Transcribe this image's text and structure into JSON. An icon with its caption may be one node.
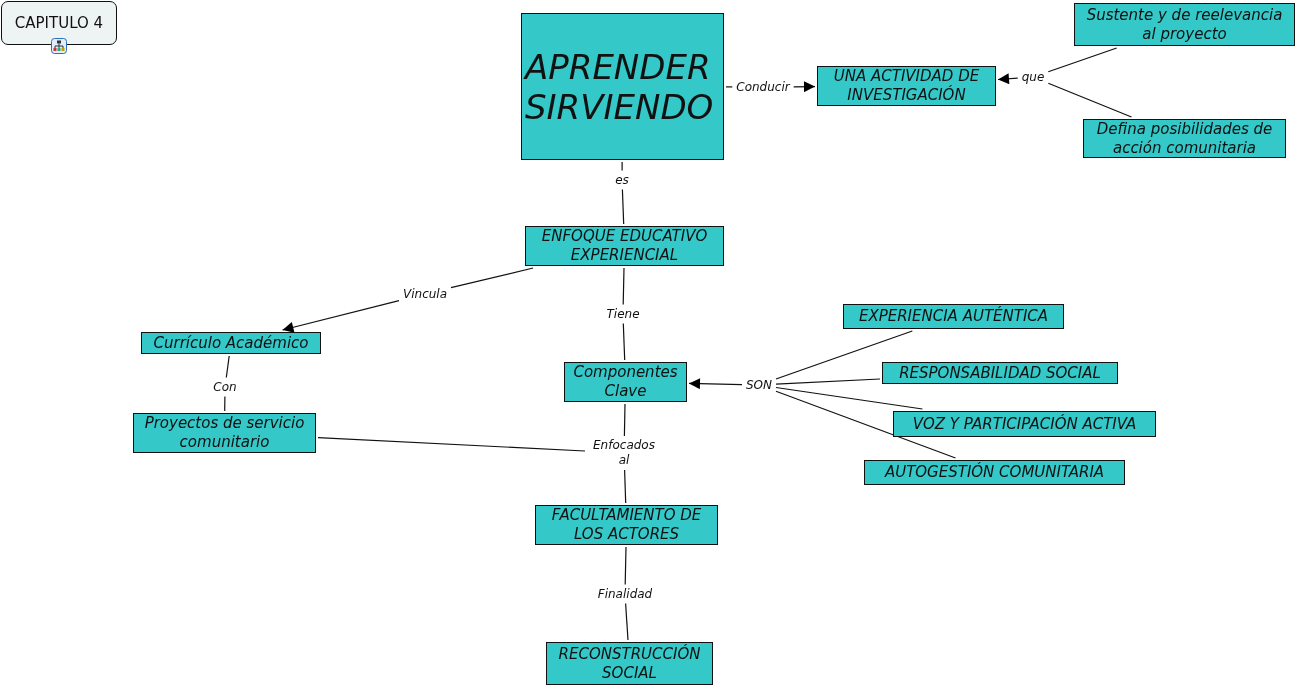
{
  "diagram": {
    "nodes": [
      {
        "text": [
          "CAPITULO 4"
        ]
      },
      {
        "text": [
          "APRENDER SIRVIENDO"
        ]
      },
      {
        "text": [
          "UNA ACTIVIDAD DE INVESTIGACIÓN"
        ]
      },
      {
        "text": [
          "Sustente y de reelevancia al proyecto"
        ]
      },
      {
        "text": [
          "Defina posibilidades de acción comunitaria"
        ]
      },
      {
        "text": [
          "ENFOQUE EDUCATIVO EXPERIENCIAL"
        ]
      },
      {
        "text": [
          "Currículo Académico"
        ]
      },
      {
        "text": [
          "Componentes Clave"
        ]
      },
      {
        "text": [
          "Proyectos de servicio comunitario"
        ]
      },
      {
        "text": [
          "EXPERIENCIA AUTÉNTICA"
        ]
      },
      {
        "text": [
          "RESPONSABILIDAD SOCIAL"
        ]
      },
      {
        "text": [
          "VOZ Y PARTICIPACIÓN ACTIVA"
        ]
      },
      {
        "text": [
          "AUTOGESTIÓN COMUNITARIA"
        ]
      },
      {
        "text": [
          "FACULTAMIENTO DE LOS ACTORES"
        ]
      },
      {
        "text": [
          "RECONSTRUCCIÓN SOCIAL"
        ]
      },
      {
        "text": [
          "Conducir"
        ]
      },
      {
        "text": [
          "que"
        ]
      },
      {
        "text": [
          "es"
        ]
      },
      {
        "text": [
          "Vincula"
        ]
      },
      {
        "text": [
          "Tiene"
        ]
      },
      {
        "text": [
          "Con"
        ]
      },
      {
        "text": [
          "SON"
        ]
      },
      {
        "text": [
          "Enfocados al"
        ]
      },
      {
        "text": [
          "Finalidad"
        ]
      }
    ],
    "edges": [
      {
        "from": 1,
        "to": 15,
        "arrow": "none"
      },
      {
        "from": 15,
        "to": 2,
        "arrow": "to"
      },
      {
        "from": 3,
        "to": 16,
        "arrow": "none"
      },
      {
        "from": 4,
        "to": 16,
        "arrow": "none"
      },
      {
        "from": 16,
        "to": 2,
        "arrow": "to"
      },
      {
        "from": 1,
        "to": 17,
        "arrow": "none"
      },
      {
        "from": 17,
        "to": 5,
        "arrow": "none"
      },
      {
        "from": 5,
        "to": 18,
        "arrow": "none"
      },
      {
        "from": 18,
        "to": 6,
        "arrow": "to"
      },
      {
        "from": 5,
        "to": 19,
        "arrow": "none"
      },
      {
        "from": 19,
        "to": 7,
        "arrow": "none"
      },
      {
        "from": 6,
        "to": 20,
        "arrow": "none"
      },
      {
        "from": 20,
        "to": 8,
        "arrow": "none"
      },
      {
        "from": 9,
        "to": 21,
        "arrow": "none"
      },
      {
        "from": 10,
        "to": 21,
        "arrow": "none"
      },
      {
        "from": 11,
        "to": 21,
        "arrow": "none"
      },
      {
        "from": 12,
        "to": 21,
        "arrow": "none"
      },
      {
        "from": 21,
        "to": 7,
        "arrow": "to"
      },
      {
        "from": 7,
        "to": 22,
        "arrow": "none"
      },
      {
        "from": 8,
        "to": 22,
        "arrow": "none"
      },
      {
        "from": 22,
        "to": 13,
        "arrow": "none"
      },
      {
        "from": 13,
        "to": 23,
        "arrow": "none"
      },
      {
        "from": 23,
        "to": 14,
        "arrow": "none"
      }
    ]
  }
}
